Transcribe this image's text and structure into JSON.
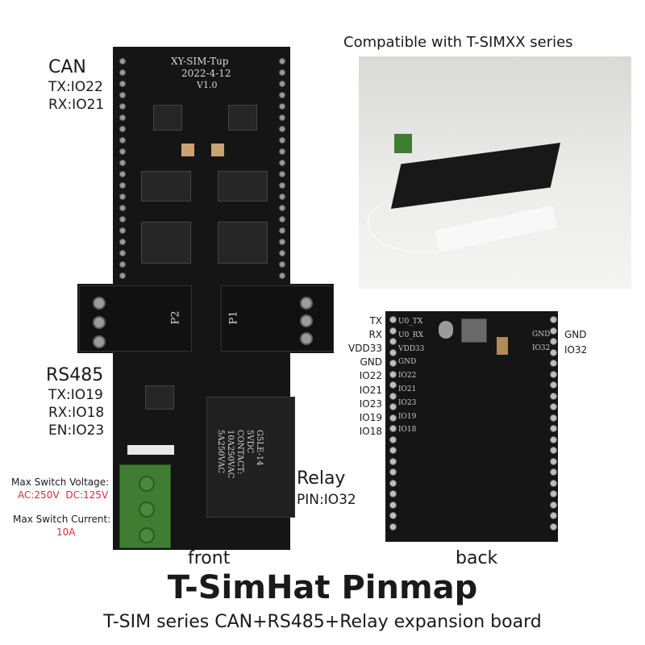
{
  "top_caption": "Compatible with T-SIMXX series",
  "can": {
    "header": "CAN",
    "tx": "TX:IO22",
    "rx": "RX:IO21"
  },
  "rs485": {
    "header": "RS485",
    "tx": "TX:IO19",
    "rx": "RX:IO18",
    "en": "EN:IO23"
  },
  "specs": {
    "voltage_label": "Max Switch Voltage:",
    "voltage_ac": "AC:250V",
    "voltage_dc": "DC:125V",
    "current_label": "Max Switch Current:",
    "current_value": "10A"
  },
  "relay": {
    "header": "Relay",
    "pin": "PIN:IO32"
  },
  "back_left_labels": [
    "TX",
    "RX",
    "VDD33",
    "GND",
    "IO22",
    "IO21",
    "IO23",
    "IO19",
    "IO18"
  ],
  "back_right_labels": [
    "GND",
    "IO32"
  ],
  "board_silk": {
    "name": "XY-SIM-Tup",
    "date": "2022-4-12",
    "version": "V1.0",
    "p2": "P2",
    "p1": "P1"
  },
  "relay_silk": {
    "model": "G5LE-14",
    "voltage": "5VDC",
    "contact": "CONTACT:",
    "rating1": "10A250VAC",
    "rating2": "5A250VAC"
  },
  "back_silk_left": [
    "U0_TX",
    "U0_RX",
    "VDD33",
    "GND",
    "IO22",
    "IO21",
    "IO23",
    "IO19",
    "IO18"
  ],
  "back_silk_right": [
    "GND",
    "IO32"
  ],
  "front_label": "front",
  "back_label": "back",
  "title": "T-SimHat Pinmap",
  "subtitle": "T-SIM series CAN+RS485+Relay expansion board",
  "colors": {
    "accent_red": "#e0283a",
    "board": "#151515",
    "terminal_green": "#4a8a3a"
  }
}
